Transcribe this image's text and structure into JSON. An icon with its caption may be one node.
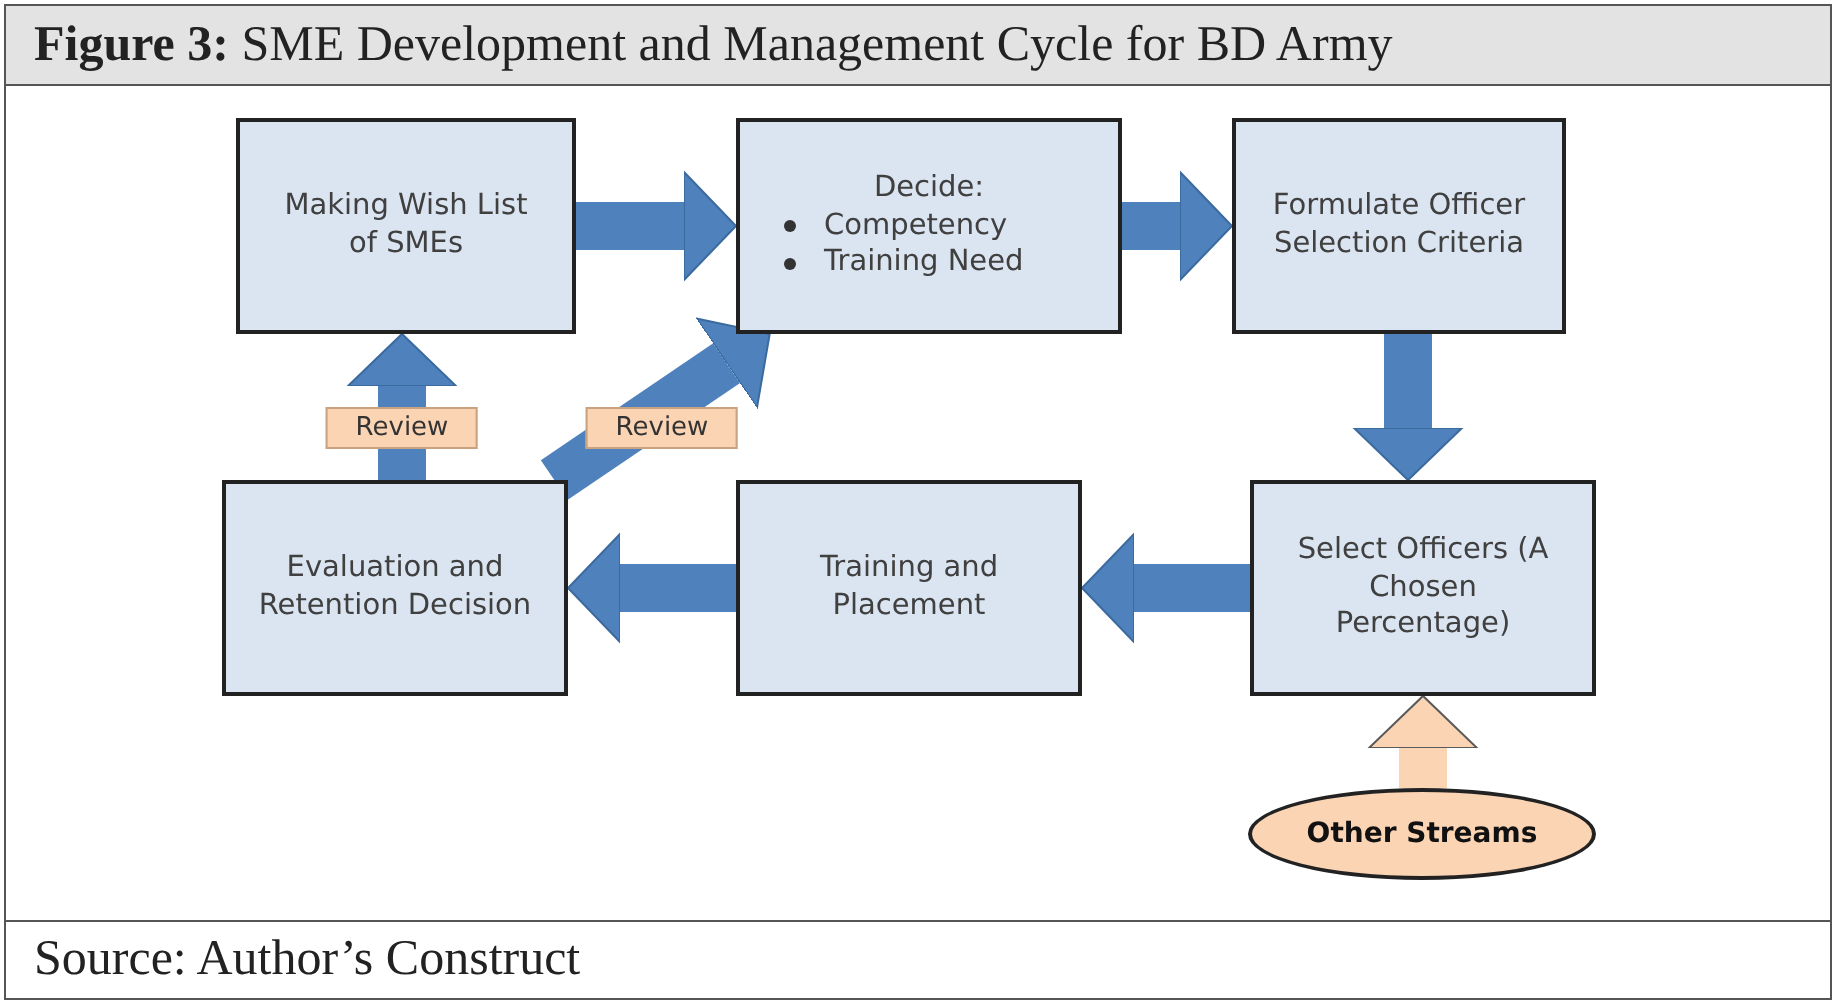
{
  "diagram": {
    "title": "**Figure 3:** SME Development and Management Cycle for BD Army",
    "caption": "Source: Author’s Construct",
    "nodes": [
      {
        "text": [
          "Making Wish List of SMEs"
        ]
      },
      {
        "text": [
          "Decide:",
          "Competency",
          "Training Need"
        ]
      },
      {
        "text": [
          "Formulate Officer Selection Criteria"
        ]
      },
      {
        "text": [
          "Select Officers (A Chosen Percentage)"
        ]
      },
      {
        "text": [
          "Training and Placement"
        ]
      },
      {
        "text": [
          "Evaluation and Retention Decision"
        ]
      },
      {
        "text": [
          "Other Streams"
        ]
      }
    ],
    "edges": [
      {
        "from": 0,
        "to": 1,
        "arrow": "to"
      },
      {
        "from": 1,
        "to": 2,
        "arrow": "to"
      },
      {
        "from": 2,
        "to": 3,
        "arrow": "to"
      },
      {
        "from": 3,
        "to": 4,
        "arrow": "to"
      },
      {
        "from": 4,
        "to": 5,
        "arrow": "to"
      },
      {
        "from": 5,
        "to": 0,
        "arrow": "to",
        "label": "Review"
      },
      {
        "from": 5,
        "to": 1,
        "arrow": "to",
        "label": "Review"
      },
      {
        "from": 6,
        "to": 3,
        "arrow": "to",
        "color": "#fbd4b4"
      }
    ]
  }
}
